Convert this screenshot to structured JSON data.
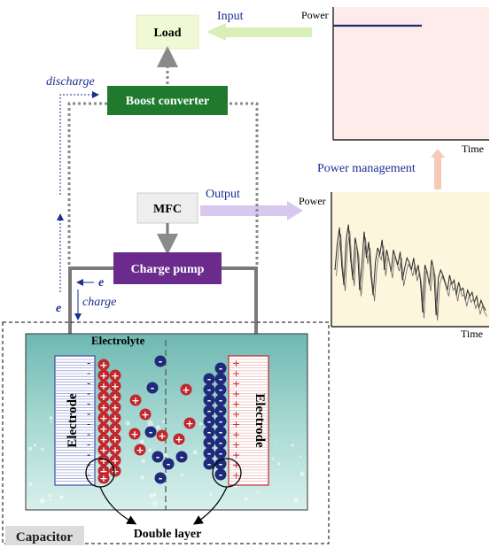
{
  "labels": {
    "load": "Load",
    "input": "Input",
    "boost_converter": "Boost converter",
    "discharge": "discharge",
    "mfc": "MFC",
    "output": "Output",
    "charge_pump": "Charge pump",
    "charge": "charge",
    "e_small": "e",
    "e_large": "e",
    "electrolyte": "Electrolyte",
    "electrode_left": "Electrode",
    "electrode_right": "Electrode",
    "capacitor": "Capacitor",
    "double_layer": "Double layer",
    "power_management": "Power management"
  },
  "colors": {
    "load_fill": "#f1f8d6",
    "boost_fill": "#1f7a2e",
    "mfc_fill": "#eeeeee",
    "charge_pump_fill": "#6a2b8c",
    "input_arrow": "#d9efb8",
    "output_arrow": "#d8c8ee",
    "power_mgmt_arrow": "#f7c9b6",
    "top_chart_bg": "#fdecea",
    "bottom_chart_bg": "#fdf6dd",
    "text_blue": "#1a2f8f",
    "positive_ion": "#c1272d",
    "negative_ion": "#1f2a7a",
    "electrolyte_bg": "#8dc9c4"
  },
  "top_chart": {
    "ylabel": "Power",
    "xlabel": "Time",
    "line_color": "#1f2a7a"
  },
  "bottom_chart": {
    "ylabel": "Power",
    "xlabel": "Time",
    "signal": [
      0.5,
      0.75,
      0.92,
      0.55,
      0.35,
      0.8,
      0.95,
      0.6,
      0.4,
      0.82,
      0.7,
      0.3,
      0.55,
      0.88,
      0.62,
      0.78,
      0.45,
      0.25,
      0.58,
      0.72,
      0.66,
      0.8,
      0.5,
      0.7,
      0.6,
      0.48,
      0.7,
      0.62,
      0.55,
      0.68,
      0.4,
      0.52,
      0.62,
      0.58,
      0.5,
      0.62,
      0.45,
      0.55,
      0.4,
      0.08,
      0.55,
      0.48,
      0.35,
      0.6,
      0.5,
      0.05,
      0.42,
      0.5,
      0.45,
      0.38,
      0.3,
      0.45,
      0.36,
      0.4,
      0.25,
      0.38,
      0.3,
      0.32,
      0.2,
      0.3,
      0.24,
      0.28,
      0.18,
      0.24,
      0.12,
      0.2,
      0.14,
      0.1
    ]
  },
  "electrode_signs": {
    "left": "-",
    "right": "+",
    "positive_ion": "+",
    "negative_ion": "-"
  }
}
